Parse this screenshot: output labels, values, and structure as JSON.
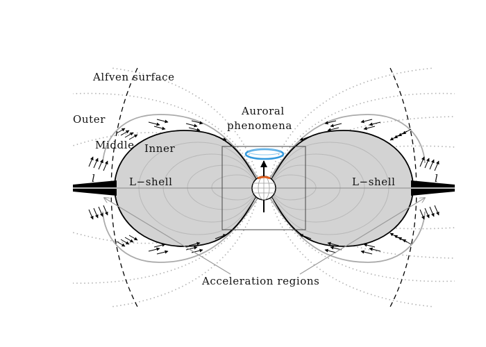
{
  "labels": {
    "alfven_surface": "Alfven surface",
    "outer": "Outer",
    "middle": "Middle",
    "inner": "Inner",
    "auroral_line1": "Auroral",
    "auroral_line2": "phenomena",
    "lshell_left": "L−shell",
    "lshell_right": "L−shell",
    "l_left": "l",
    "l_right": "l",
    "acceleration": "Acceleration regions"
  },
  "colors": {
    "lobe_fill": "#d3d3d3",
    "field_line": "#aaaaaa",
    "dotted_line": "#b0b0b0",
    "aurora": "#3399dd",
    "polar_cap": "#e06020",
    "outline": "#000000"
  }
}
